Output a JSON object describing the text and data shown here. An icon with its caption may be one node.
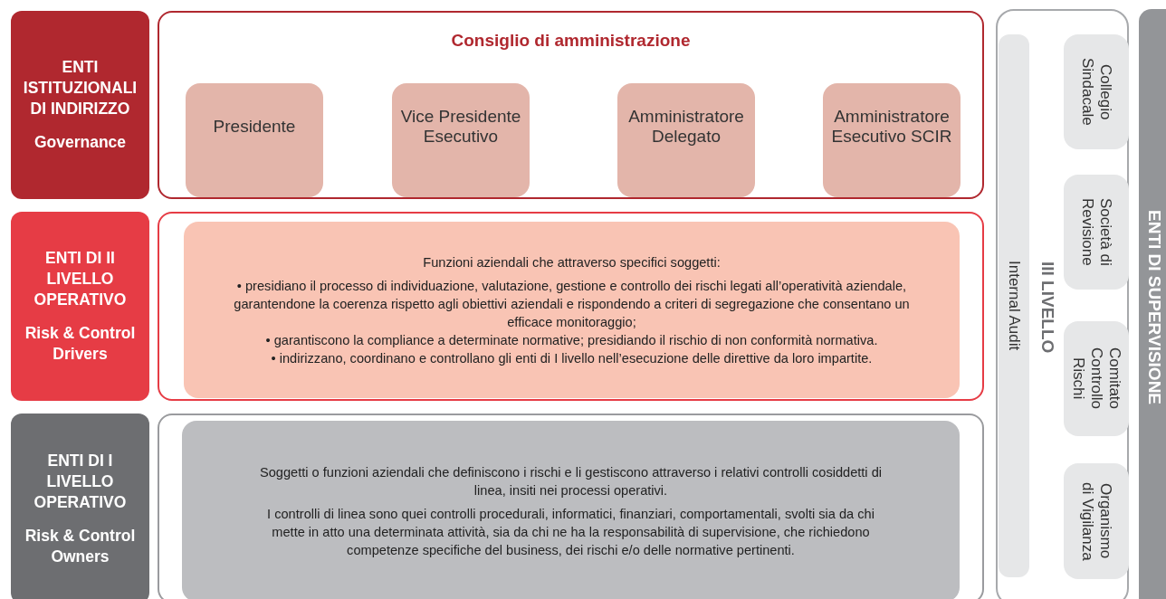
{
  "diagram": {
    "nodes": [
      {
        "text": [
          "ENTI ISTITUZIONALI DI INDIRIZZO",
          "Governance"
        ]
      },
      {
        "text": [
          "Consiglio di amministrazione"
        ]
      },
      {
        "text": [
          "Presidente"
        ],
        "in": 1
      },
      {
        "text": [
          "Vice Presidente Esecutivo"
        ],
        "in": 1
      },
      {
        "text": [
          "Amministratore Delegato"
        ],
        "in": 1
      },
      {
        "text": [
          "Amministratore Esecutivo SCIR"
        ],
        "in": 1
      },
      {
        "text": [
          "ENTI DI II LIVELLO OPERATIVO",
          "Risk & Control Drivers"
        ]
      },
      {
        "text": [],
        "shape": "box"
      },
      {
        "text": [
          "Funzioni aziendali che attraverso specifici soggetti:",
          "• presidiano il processo di individuazione, valutazione, gestione e controllo dei rischi legati all’operatività aziendale, garantendone la coerenza rispetto agli obiettivi aziendali e rispondendo a criteri di segregazione che consentano un efficace monitoraggio;",
          "• garantiscono la compliance a determinate normative; presidiando il rischio di non conformità normativa.",
          "• indirizzano, coordinano e controllano gli enti di I livello nell’esecuzione delle direttive da loro impartite."
        ],
        "in": 7
      },
      {
        "text": [
          "ENTI DI I LIVELLO OPERATIVO",
          "Risk & Control Owners"
        ]
      },
      {
        "text": [],
        "shape": "box"
      },
      {
        "text": [
          "Soggetti o funzioni aziendali che definiscono i rischi e li gestiscono attraverso i relativi controlli cosiddetti di linea, insiti nei processi operativi.",
          "I controlli di linea sono quei controlli procedurali, informatici, finanziari, comportamentali, svolti sia da chi mette in atto una determinata attività, sia da chi ne ha la responsabilità di supervisione, che richiedono competenze specifiche del business, dei rischi e/o delle normative pertinenti."
        ],
        "in": 10
      },
      {
        "text": [
          "III LIVELLO"
        ]
      },
      {
        "text": [
          "Internal Audit"
        ],
        "in": 12
      },
      {
        "text": [
          "Collegio Sindacale"
        ],
        "in": 12
      },
      {
        "text": [
          "Società di Revisione"
        ],
        "in": 12
      },
      {
        "text": [
          "Comitato Controllo Rischi"
        ],
        "in": 12
      },
      {
        "text": [
          "Organismo di Vigilanza"
        ],
        "in": 12
      },
      {
        "text": [
          "ENTI DI SUPERVISIONE"
        ]
      }
    ]
  }
}
